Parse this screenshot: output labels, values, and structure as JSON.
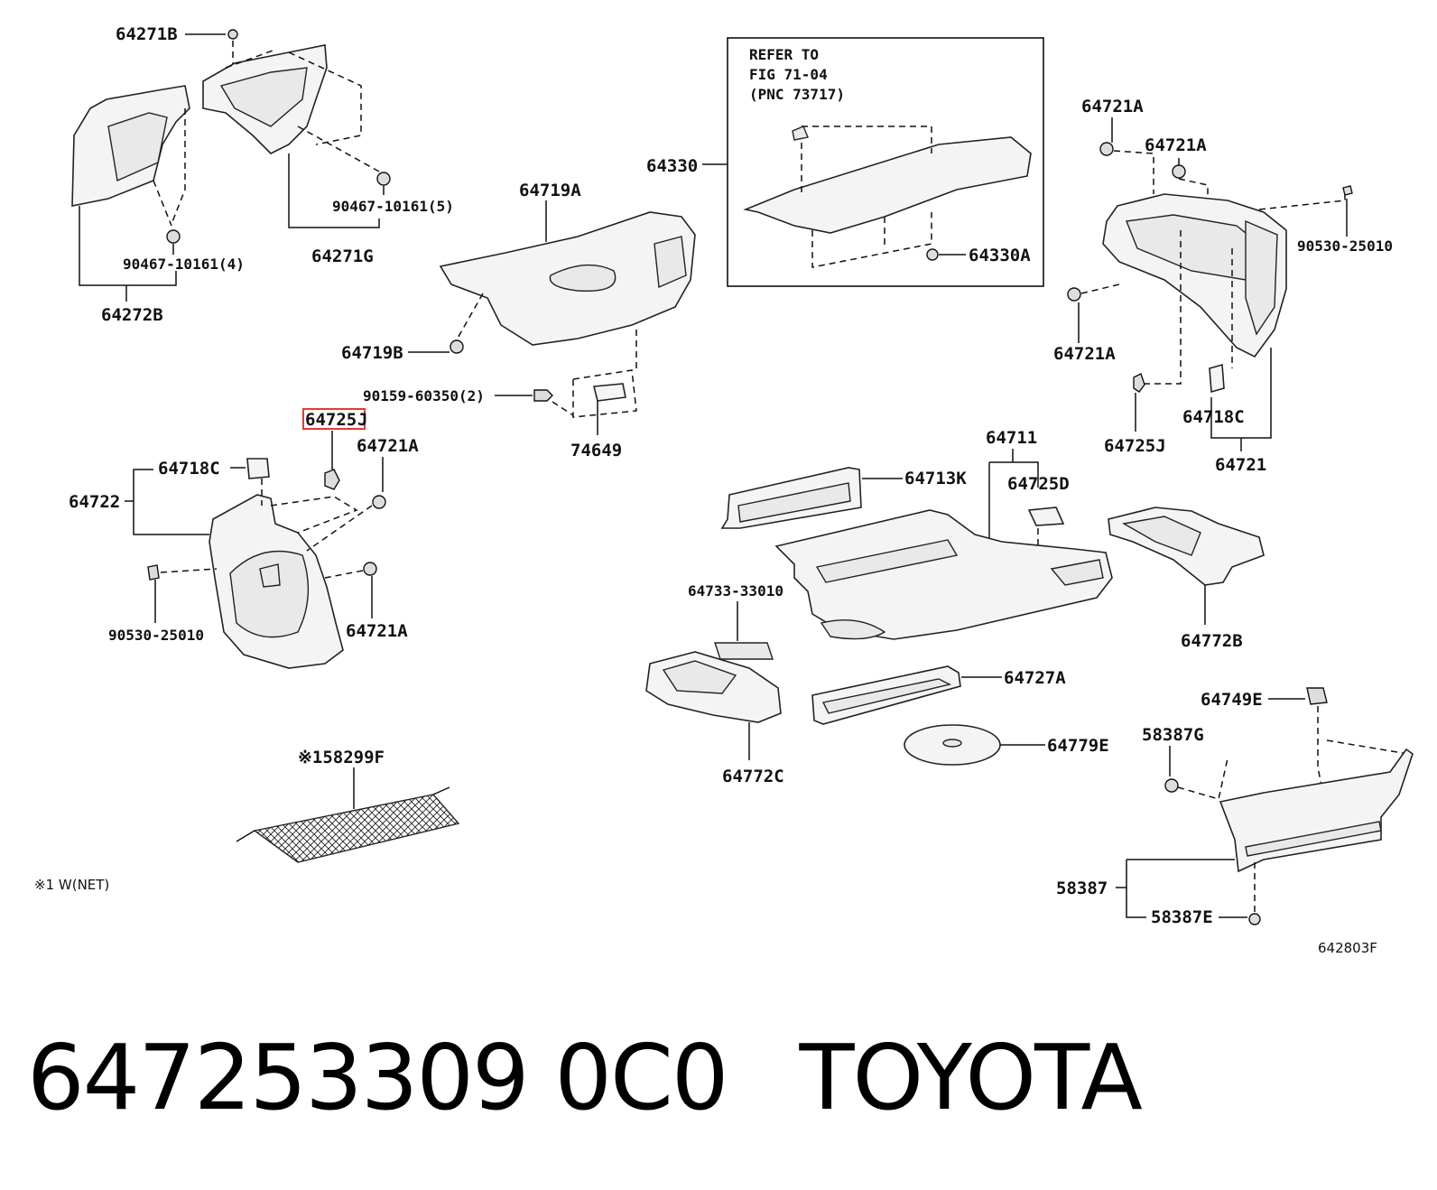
{
  "footer": {
    "part_number": "647253309 0C0",
    "brand": "TOYOTA"
  },
  "refer_box": {
    "line1": "REFER TO",
    "line2": "FIG 71-04",
    "line3": "(PNC 73717)"
  },
  "labels": {
    "p64271B": "64271B",
    "p90467_5": "90467-10161(5)",
    "p64271G": "64271G",
    "p90467_4": "90467-10161(4)",
    "p64272B": "64272B",
    "p64719A": "64719A",
    "p64719B": "64719B",
    "p90159": "90159-60350(2)",
    "p74649": "74649",
    "p64725J_left_hl": "64725",
    "p64725J_left_suffix": "J",
    "p64721A_l1": "64721A",
    "p64718C_l": "64718C",
    "p64722": "64722",
    "p90530_l": "90530-25010",
    "p64721A_l2": "64721A",
    "p64330": "64330",
    "p64330A": "64330A",
    "p64721A_r1": "64721A",
    "p64721A_r2": "64721A",
    "p90530_r": "90530-25010",
    "p64721A_r3": "64721A",
    "p64718C_r": "64718C",
    "p64725J_r": "64725J",
    "p64721": "64721",
    "p64711": "64711",
    "p64713K": "64713K",
    "p64725D": "64725D",
    "p64733": "64733-33010",
    "p64772B": "64772B",
    "p64727A": "64727A",
    "p64749E": "64749E",
    "p64779E": "64779E",
    "p64772C": "64772C",
    "p58387G": "58387G",
    "p58299F": "※158299F",
    "p58387": "58387",
    "p58387E": "58387E",
    "note_net": "※1 W(NET)",
    "fig_code": "642803F"
  },
  "colors": {
    "highlight": "#e53935",
    "line": "#111111"
  }
}
